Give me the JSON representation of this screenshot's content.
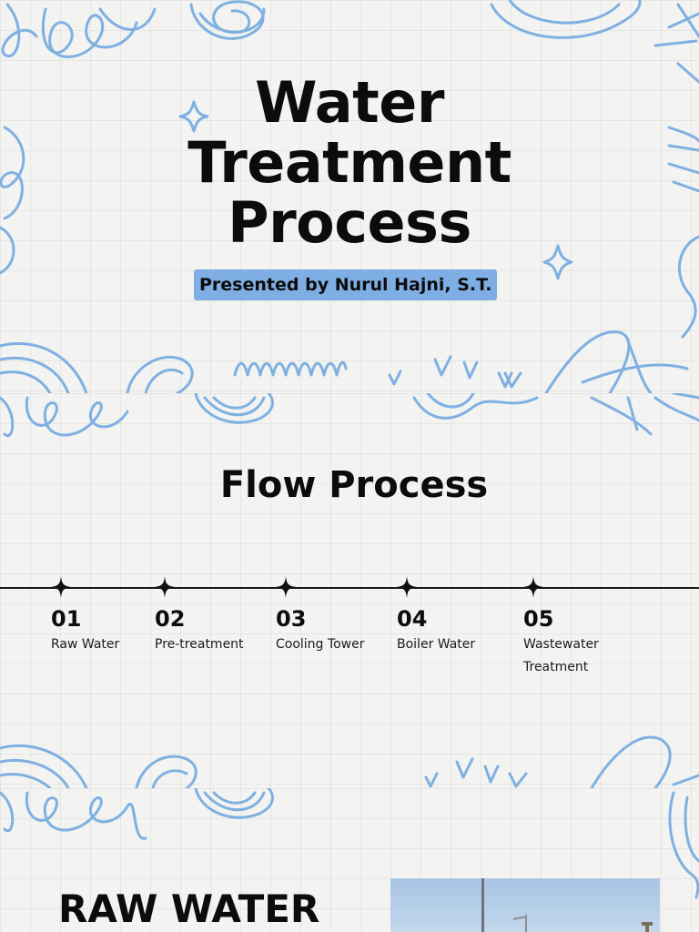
{
  "cover": {
    "title_line1": "Water",
    "title_line2": "Treatment",
    "title_line3": "Process",
    "presenter": "Presented by Nurul Hajni, S.T."
  },
  "flow": {
    "heading": "Flow Process",
    "steps": [
      {
        "number": "01",
        "label": "Raw Water"
      },
      {
        "number": "02",
        "label": "Pre-treatment"
      },
      {
        "number": "03",
        "label": "Cooling Tower"
      },
      {
        "number": "04",
        "label": "Boiler Water"
      },
      {
        "number": "05",
        "label": "Wastewater Treatment"
      }
    ]
  },
  "raw": {
    "heading": "RAW WATER"
  },
  "colors": {
    "accent_blue": "#7eaee3",
    "doodle_blue": "#7fb0e2",
    "text": "#0c0c0c"
  }
}
